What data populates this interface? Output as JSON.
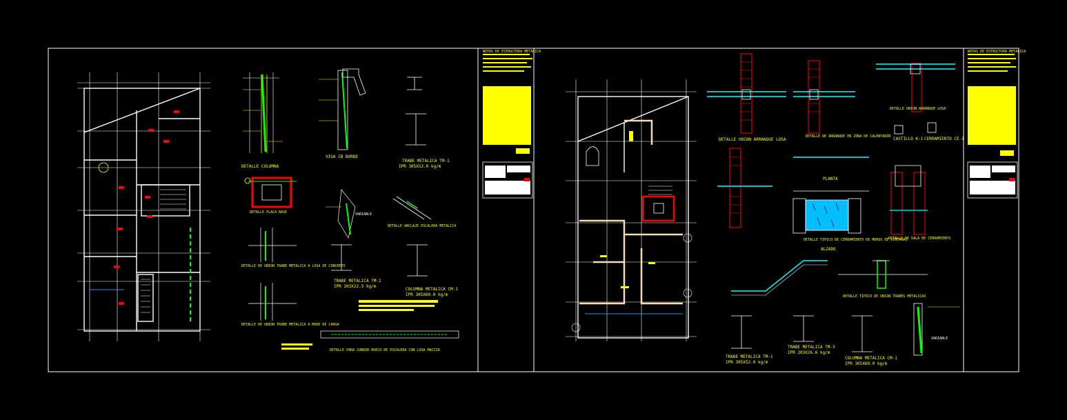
{
  "sheet": {
    "background": "#000000",
    "frame_color": "#ffffff",
    "palette": {
      "yellow": "#ffff00",
      "white": "#ffffff",
      "cyan": "#00ffff",
      "red": "#ff0000",
      "green": "#00ff00",
      "pink": "#ff66aa",
      "orange": "#ff9933",
      "blue": "#1e90ff",
      "tan": "#f5deb3"
    }
  },
  "sheet1": {
    "labels": {
      "col_section": "DETALLE COLUMNA",
      "viga_ib": "VIGA IB BORDE",
      "beam_t1": "TRABE METALICA TM-1",
      "beam_t1_spec": "IPR 305X52.0 kg/m",
      "stair_anchor": "DETALLE ANCLAJE ESCALERA METALICA",
      "beam_t2": "TRABE METALICA TM-2",
      "beam_t2_spec": "IPR 203X22.5 kg/m",
      "column_c1": "COLUMNA METALICA CM-1",
      "column_c1_spec": "IPR 305X60.0 kg/m",
      "slab_detail": "DETALLE PARA CUBRIR HUECO DE ESCALERA CON LOSA MACIZA",
      "variable": "VARIABLE",
      "anchor_plate": "DETALLE PLACA BASE",
      "trabe_union_1": "DETALLE DE UNION TRABE METALICA A LOSA DE CONCRETO",
      "trabe_union_2": "DETALLE DE UNION TRABE METALICA A MURO DE CARGA",
      "notes_title": "NOTAS DE ESTRUCTURA METALICA"
    }
  },
  "sheet2": {
    "labels": {
      "union_losa": "DETALLE UNION ARRANQUE LOSA",
      "muro_carga": "DETALLE DE ARRANQUE EN ZONA DE CALENTADOR",
      "union_trabe": "DETALLE UNION ARRANQUE LOSA",
      "castillo_k1": "CASTILLO K-1",
      "cerramiento": "CERRAMIENTO CE-1",
      "planta": "PLANTA",
      "detalle_ventanas": "DETALLE TIPICO DE CERRAMIENTO DE MUROS DE VENTANAS",
      "alzado": "ALZADO",
      "dala_detail": "DETALLE DE DALA DE CERRAMIENTO",
      "trabe_sencilla": "DETALLE TIPICO DE UNION TRABES METALICAS",
      "beam_t1": "TRABE METALICA TM-1",
      "beam_t1_spec": "IPR 305X52.0 kg/m",
      "beam_t3": "TRABE METALICA TM-3",
      "beam_t3_spec": "IPR 203X26.6 kg/m",
      "column_c1": "COLUMNA METALICA CM-1",
      "column_c1_spec": "IPR 305X60.0 kg/m",
      "variable": "VARIABLE",
      "notes_title": "NOTAS DE ESTRUCTURA METALICA"
    }
  }
}
